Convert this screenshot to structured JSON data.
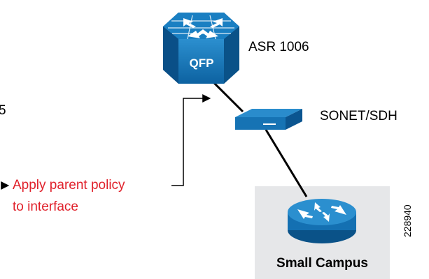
{
  "diagram": {
    "top_left_fragment": "5",
    "router": {
      "name": "ASR 1006",
      "chip_label": "QFP"
    },
    "transport": {
      "name": "SONET/SDH"
    },
    "campus": {
      "name": "Small Campus"
    },
    "annotation": {
      "line1": "Apply parent policy",
      "line2": "to interface"
    },
    "figure_id": "228940"
  },
  "colors": {
    "device_blue": "#1578b8",
    "device_dark": "#0a5288",
    "annotation_red": "#e0202a",
    "campus_bg": "#e6e7e9"
  }
}
